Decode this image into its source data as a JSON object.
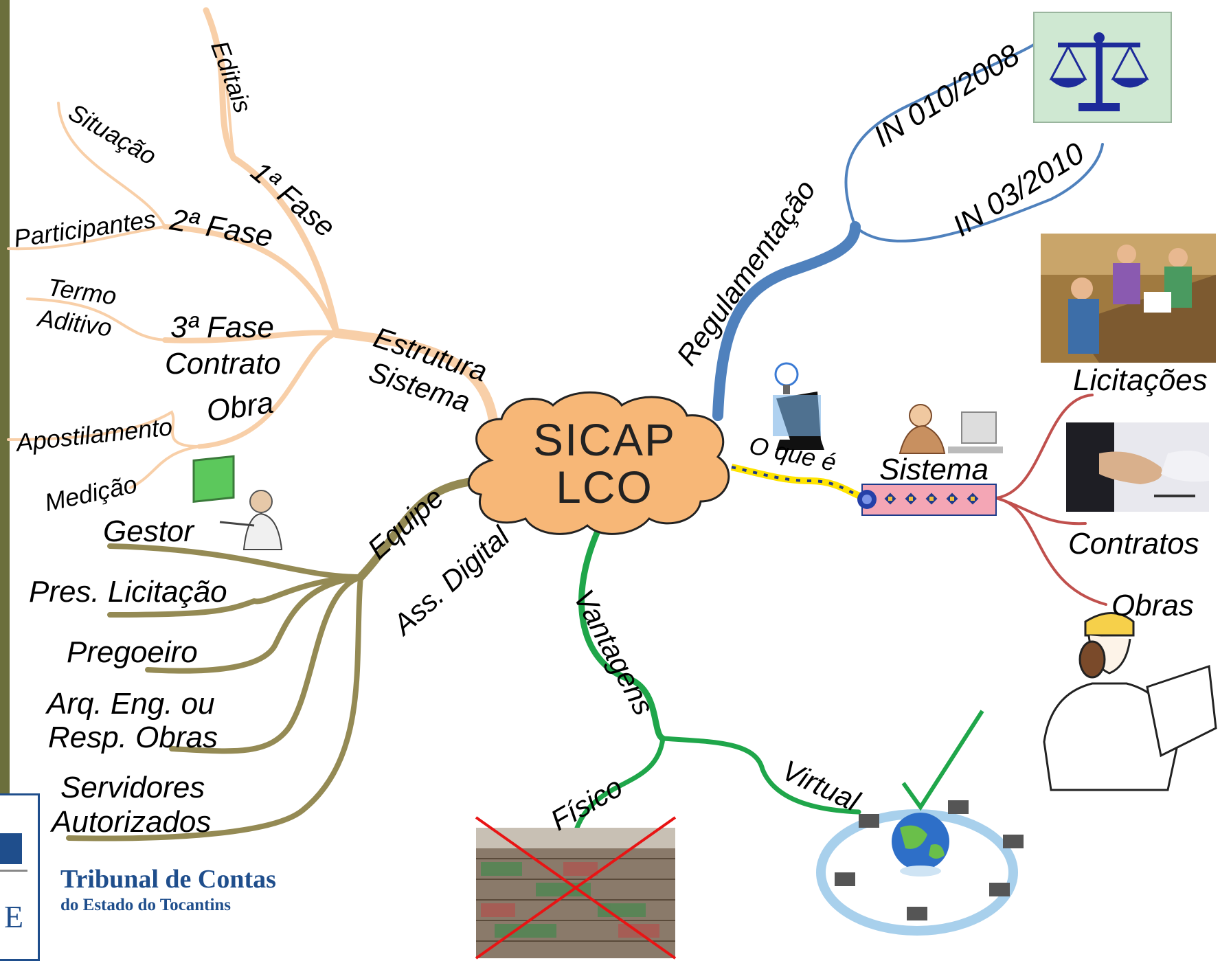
{
  "center": {
    "line1": "SICAP",
    "line2": "LCO",
    "fill": "#f7b777",
    "stroke": "#222222"
  },
  "colors": {
    "estrutura": "#f8cfa8",
    "regulamentacao": "#4f81bd",
    "sistema": "#c0504d",
    "vantagens": "#1fa64a",
    "equipe": "#948a54",
    "logo": "#1f4e8c",
    "cross": "#e81414",
    "check": "#1fa64a"
  },
  "labels": {
    "estrutura": "Estrutura",
    "sistema_branch": "Sistema",
    "fase1": "1ª Fase",
    "editais": "Editais",
    "fase2": "2ª Fase",
    "situacao": "Situação",
    "participantes": "Participantes",
    "fase3": "3ª Fase",
    "contrato": "Contrato",
    "termo": "Termo",
    "aditivo": "Aditivo",
    "obra": "Obra",
    "apostilamento": "Apostilamento",
    "medicao": "Medição",
    "regulamentacao": "Regulamentação",
    "in2008": "IN 010/2008",
    "in2010": "IN 03/2010",
    "oque": "O que é",
    "sistema": "Sistema",
    "licitacoes": "Licitações",
    "contratos": "Contratos",
    "obras": "Obras",
    "vantagens": "Vantagens",
    "fisico": "Físico",
    "virtual": "Virtual",
    "equipe": "Equipe",
    "assdigital": "Ass. Digital",
    "gestor": "Gestor",
    "pres": "Pres. Licitação",
    "pregoeiro": "Pregoeiro",
    "arq1": "Arq. Eng. ou",
    "arq2": "Resp. Obras",
    "serv1": "Servidores",
    "serv2": "Autorizados"
  },
  "logo": {
    "title": "Tribunal de Contas",
    "subtitle": "do Estado do Tocantins"
  }
}
